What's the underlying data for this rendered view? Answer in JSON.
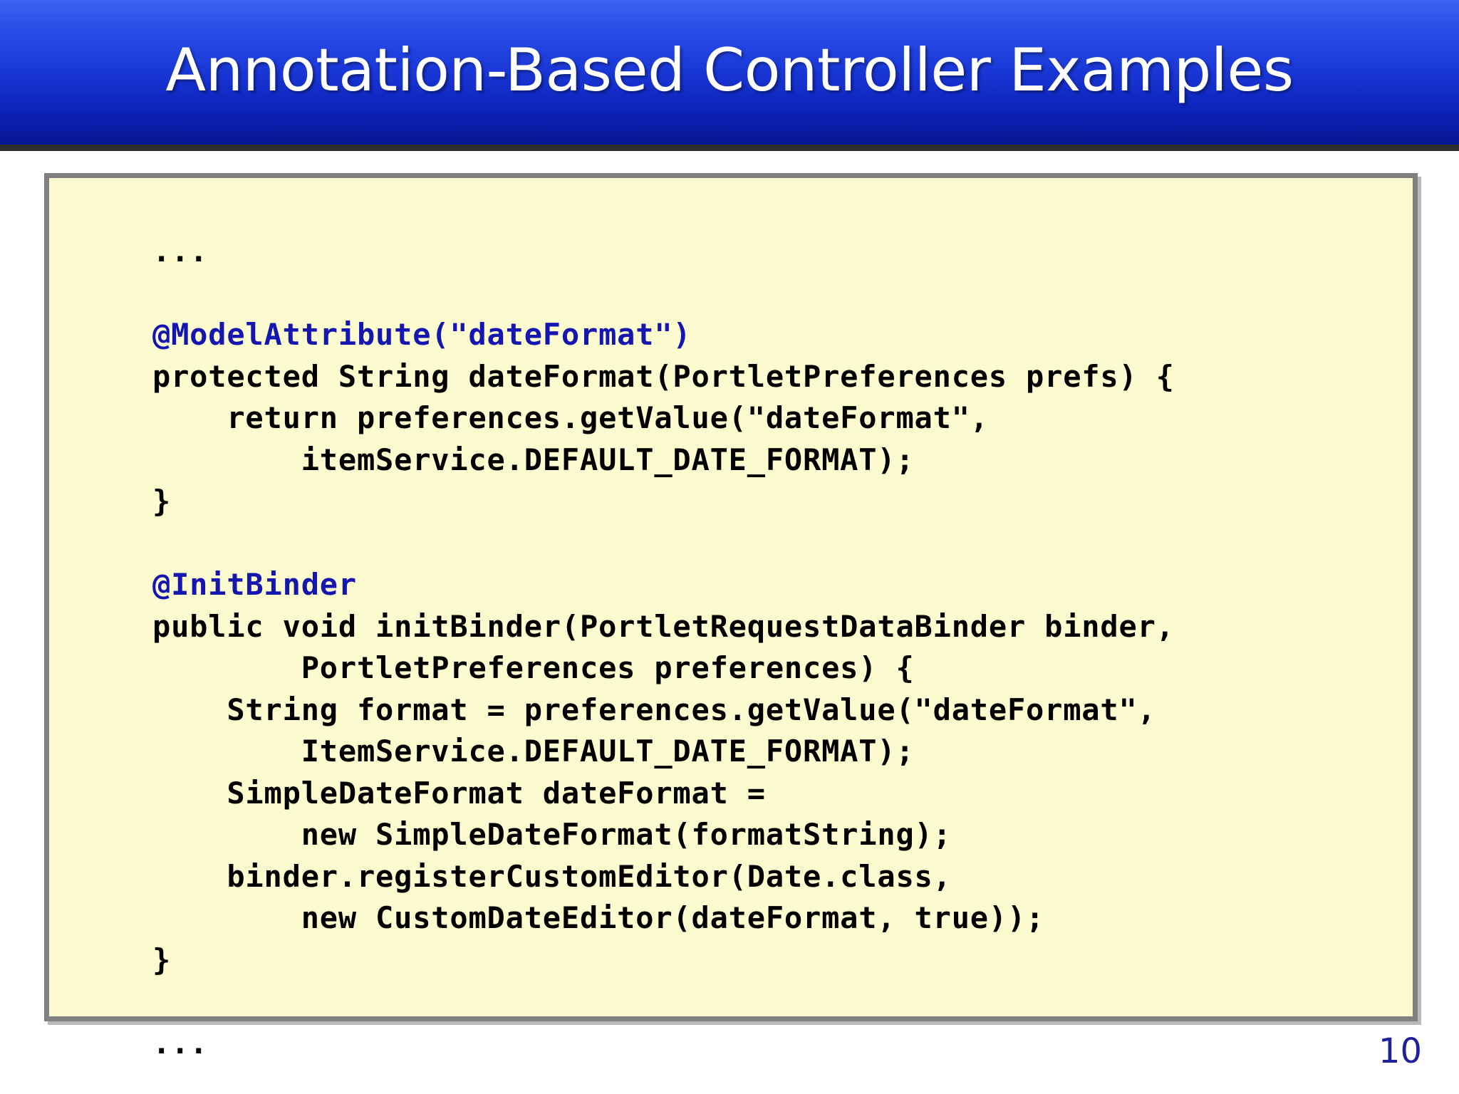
{
  "slide": {
    "title": "Annotation-Based Controller Examples",
    "page_number": "10",
    "colors": {
      "title_bar_top": "#3a63f0",
      "title_bar_bottom": "#061591",
      "title_text": "#ffffff",
      "title_underline": "#2e2e2e",
      "code_box_fill": "#fbfbcf",
      "code_box_border": "#808080",
      "code_text": "#000000",
      "annotation_text": "#1515b0",
      "page_number": "#21219c"
    }
  },
  "code_block": {
    "language": "java",
    "lines": [
      {
        "text": "...",
        "style": "plain"
      },
      {
        "text": "",
        "style": "blank"
      },
      {
        "text": "@ModelAttribute(\"dateFormat\")",
        "style": "annotation"
      },
      {
        "text": "protected String dateFormat(PortletPreferences prefs) {",
        "style": "plain"
      },
      {
        "text": "    return preferences.getValue(\"dateFormat\",",
        "style": "plain"
      },
      {
        "text": "        itemService.DEFAULT_DATE_FORMAT);",
        "style": "plain"
      },
      {
        "text": "}",
        "style": "plain"
      },
      {
        "text": "",
        "style": "blank"
      },
      {
        "text": "@InitBinder",
        "style": "annotation"
      },
      {
        "text": "public void initBinder(PortletRequestDataBinder binder,",
        "style": "plain"
      },
      {
        "text": "        PortletPreferences preferences) {",
        "style": "plain"
      },
      {
        "text": "    String format = preferences.getValue(\"dateFormat\",",
        "style": "plain"
      },
      {
        "text": "        ItemService.DEFAULT_DATE_FORMAT);",
        "style": "plain"
      },
      {
        "text": "    SimpleDateFormat dateFormat =",
        "style": "plain"
      },
      {
        "text": "        new SimpleDateFormat(formatString);",
        "style": "plain"
      },
      {
        "text": "    binder.registerCustomEditor(Date.class,",
        "style": "plain"
      },
      {
        "text": "        new CustomDateEditor(dateFormat, true));",
        "style": "plain"
      },
      {
        "text": "}",
        "style": "plain"
      },
      {
        "text": "",
        "style": "blank"
      },
      {
        "text": "...",
        "style": "plain"
      }
    ]
  }
}
